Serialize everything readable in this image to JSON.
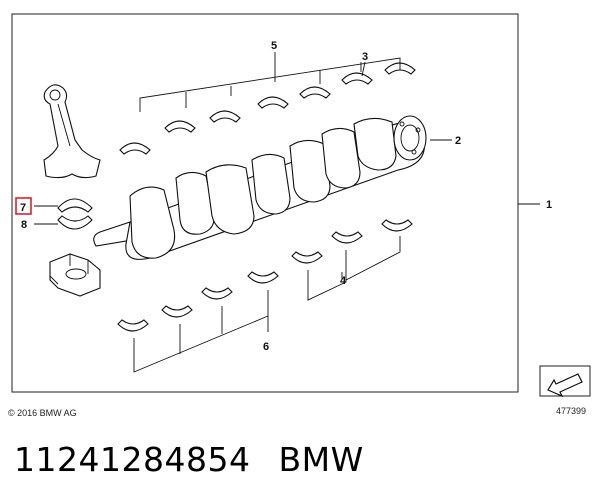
{
  "diagram": {
    "callouts": {
      "c1": "1",
      "c2": "2",
      "c3": "3",
      "c4": "4",
      "c5": "5",
      "c6": "6",
      "c7": "7",
      "c8": "8"
    },
    "copyright": "© 2016 BMW AG",
    "image_number": "477399",
    "highlight_color": "#e0202a"
  },
  "caption": {
    "part_number": "11241284854",
    "brand": "BMW"
  }
}
